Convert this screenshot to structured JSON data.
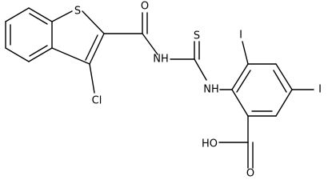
{
  "molecule": {
    "atom_labels": {
      "sulfur_ring": "S",
      "carbonyl_oxygen": "O",
      "thione_sulfur": "S",
      "amide_nh": "NH",
      "thiourea_nh": "NH",
      "chlorine": "Cl",
      "iodine_top": "I",
      "iodine_right": "I",
      "acid_oh": "HO",
      "acid_oxygen": "O"
    },
    "colors": {
      "bond": "#000000",
      "label": "#000000",
      "background": "#ffffff"
    }
  }
}
